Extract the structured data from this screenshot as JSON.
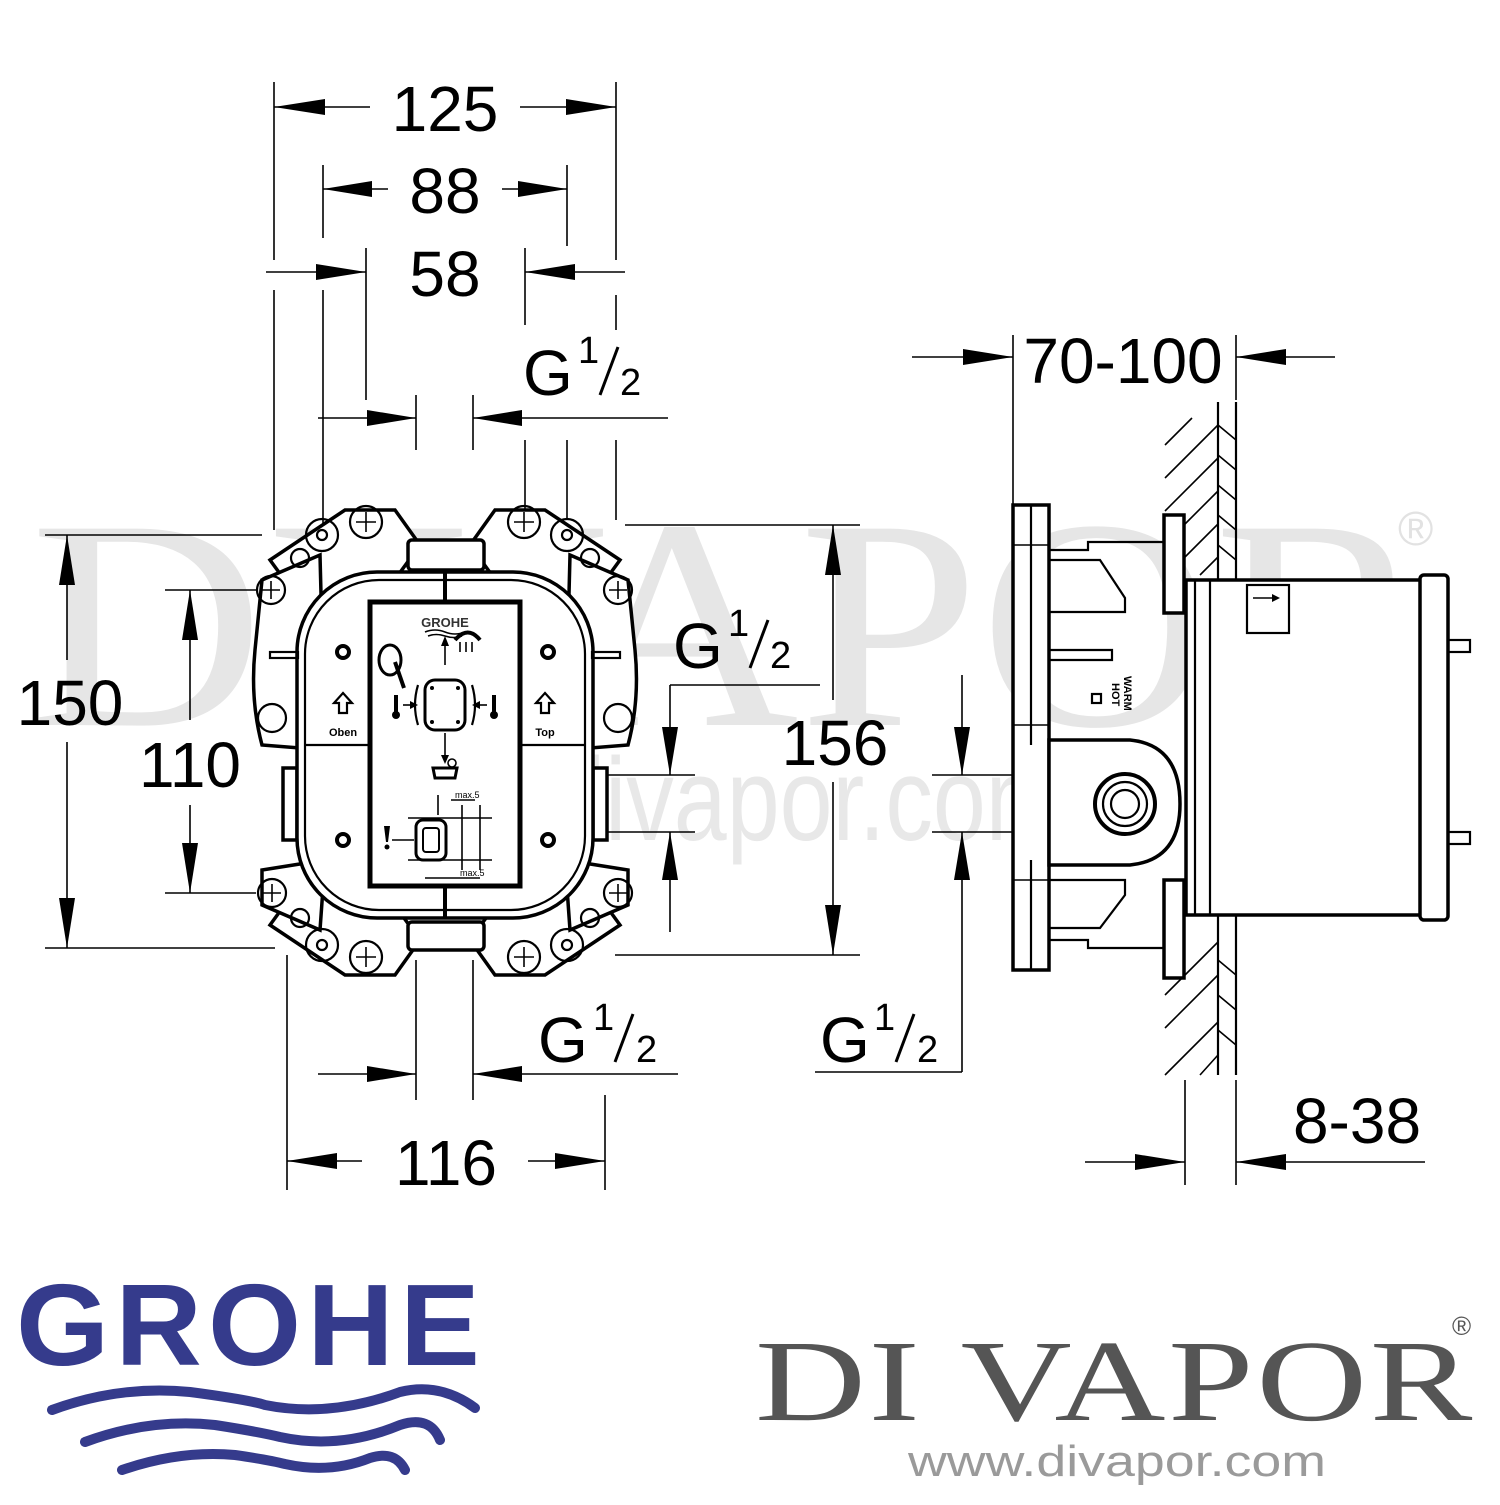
{
  "drawing": {
    "title": "GROHE concealed valve body - dimension drawing",
    "units": "mm",
    "front_view": {
      "width_dims": [
        {
          "id": "overall_width",
          "label": "125"
        },
        {
          "id": "inner_width",
          "label": "88"
        },
        {
          "id": "center_width",
          "label": "58"
        },
        {
          "id": "bottom_width",
          "label": "116"
        }
      ],
      "height_dims": [
        {
          "id": "overall_height",
          "label": "150"
        },
        {
          "id": "hole_spacing",
          "label": "110"
        },
        {
          "id": "total_height",
          "label": "156"
        }
      ],
      "thread_labels": [
        {
          "id": "top_outlet",
          "main": "G",
          "num": "1",
          "den": "2"
        },
        {
          "id": "side_inlet",
          "main": "G",
          "num": "1",
          "den": "2"
        },
        {
          "id": "bottom_outlet",
          "main": "G",
          "num": "1",
          "den": "2"
        }
      ],
      "plate_logo": "GROHE",
      "plate_labels": {
        "left_arrow_label": "Oben",
        "right_arrow_label": "Top",
        "max_top": "max.5",
        "max_bottom": "max.5"
      }
    },
    "side_view": {
      "depth_dim": "70-100",
      "wall_dim": "8-38",
      "thread_label": {
        "main": "G",
        "num": "1",
        "den": "2"
      },
      "body_labels": {
        "warm": "WARM",
        "hot": "HOT"
      }
    }
  },
  "watermark": {
    "text": "DIVAPOR",
    "registered": "®",
    "url": "www.divapor.com"
  },
  "footer": {
    "left_brand": "GROHE",
    "right_brand": "DI VAPOR",
    "right_brand_registered": "®",
    "right_url": "www.divapor.com",
    "colors": {
      "grohe_blue": "#353b8c",
      "divapor_grey": "#555555",
      "url_grey": "#9a9a9a"
    }
  }
}
